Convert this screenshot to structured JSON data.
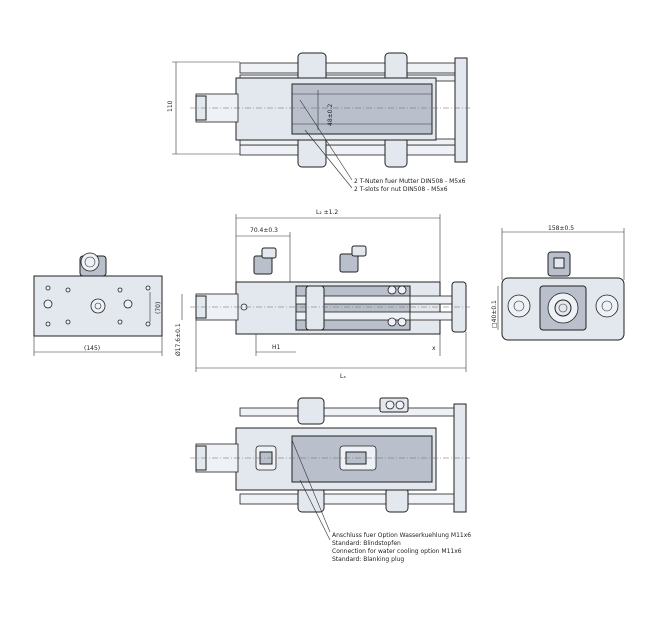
{
  "top_view": {
    "dim_height": "110",
    "dim_slot": "48±0.2",
    "note_line1": "2 T-Nuten fuer Mutter DIN508 - M5x6",
    "note_line2": "2 T-slots for nut DIN508 - M5x6"
  },
  "side_view": {
    "dim_L2": "L₂ ±1.2",
    "dim_70": "70.4±0.3",
    "dim_H1": "H1",
    "dim_x": "x",
    "dim_L": "Lₓ",
    "dim_dia": "Ø17.6±0.1",
    "dim_70b": "(70)"
  },
  "left_view": {
    "dim_145": "(145)"
  },
  "right_view": {
    "dim_158": "158±0.5",
    "dim_sq": "□40±0.1"
  },
  "bottom_view": {
    "note_line1": "Anschluss fuer Option Wasserkuehlung M11x6",
    "note_line2": "Standard: Blindstopfen",
    "note_line3": "Connection for water cooling option M11x6",
    "note_line4": "Standard: Blanking plug"
  }
}
